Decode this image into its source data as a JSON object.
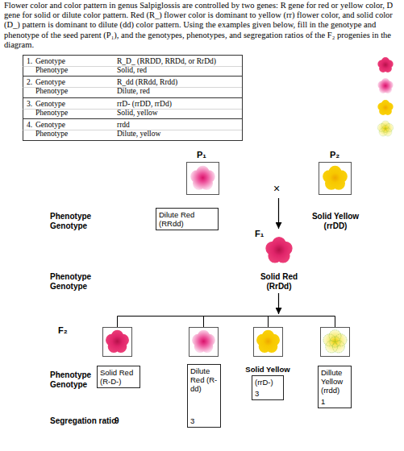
{
  "diagram": {
    "nodes": [
      {
        "text": [
          "Dilute Red (RRdd)"
        ]
      },
      {
        "text": [
          "Solid Red (R-D-)"
        ]
      },
      {
        "text": [
          "Dilute Red (R-dd)",
          "3"
        ]
      },
      {
        "text": [
          "Solid Yellow",
          "(rrD-)",
          "3"
        ]
      },
      {
        "text": [
          "Dillute Yellow (rrdd)",
          "1"
        ]
      }
    ],
    "labels": [
      "Flower color and color pattern in genus Salpiglossis are controlled by two genes: R gene for red or yellow color, D gene for solid or dilute color pattern. Red (R_) flower color is dominant to yellow (rr) flower color, and solid color (D_) pattern is dominant to dilute (dd) color pattern. Using the examples given below, fill in the genotype and phenotype of the seed parent (P₁), and the genotypes, phenotypes, and segregation ratios of the F₂ progenies in the diagram.",
      "1.",
      "Genotype",
      "Phenotype",
      "R_D_ (RRDD, RRDd, or RrDd)",
      "Solid, red",
      "2.",
      "Genotype",
      "Phenotype",
      "R_dd (RRdd, Rrdd)",
      "Dilute, red",
      "3.",
      "Genotype",
      "Phenotype",
      "rrD- (rrDD, rrDd)",
      "Solid, yellow",
      "4.",
      "Genotype",
      "Phenotype",
      "rrdd",
      "Dilute, yellow",
      "P₁",
      "P₂",
      "×",
      "Phenotype",
      "Genotype",
      "Solid Yellow (rrDD)",
      "F₁",
      "Phenotype",
      "Genotype",
      "Solid Red (RrDd)",
      "F₂",
      "Phenotype",
      "Genotype",
      "Segregation ratio",
      "9"
    ]
  }
}
